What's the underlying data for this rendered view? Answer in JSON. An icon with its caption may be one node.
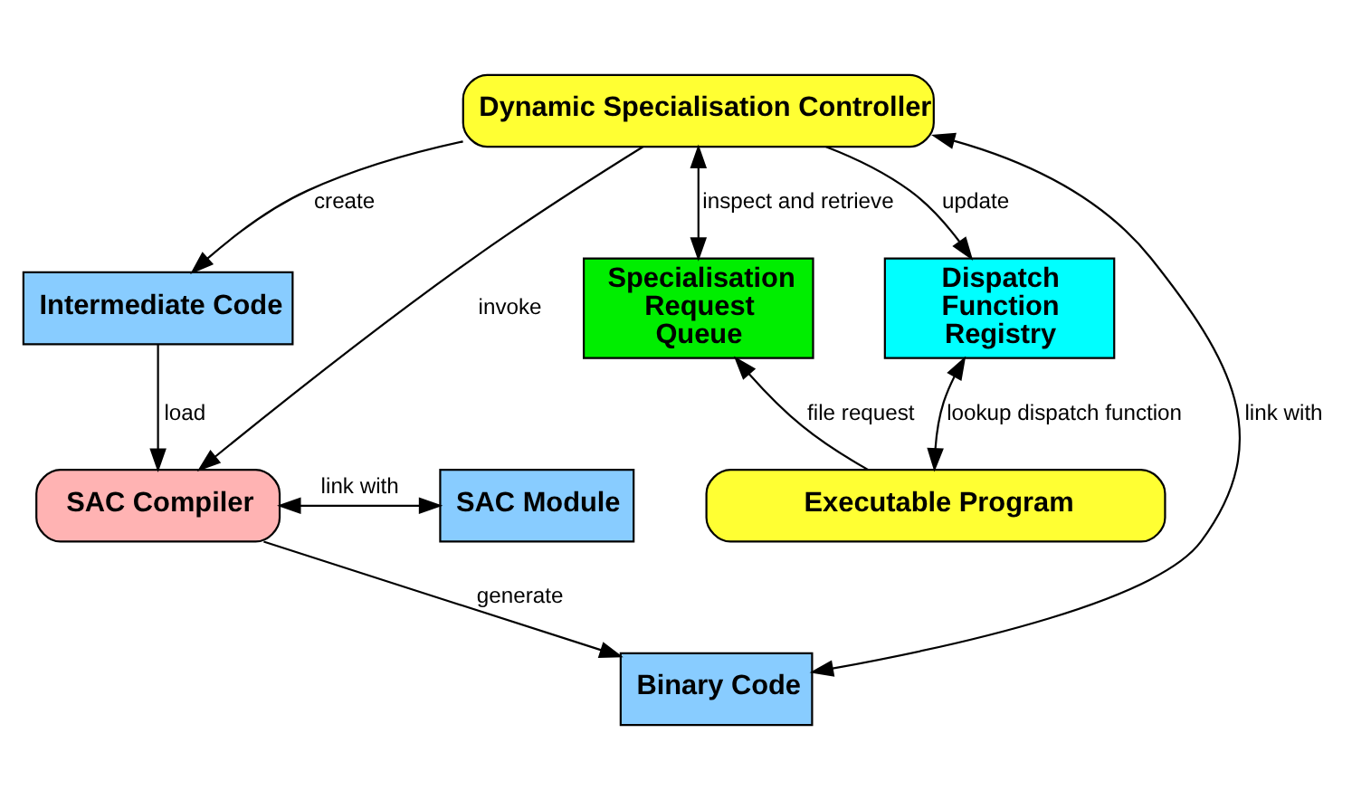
{
  "diagram": {
    "nodes": [
      {
        "text": [
          "Dynamic Specialisation Controller"
        ]
      },
      {
        "text": [
          "Intermediate Code"
        ]
      },
      {
        "text": [
          "SAC Compiler"
        ]
      },
      {
        "text": [
          "SAC Module"
        ]
      },
      {
        "text": [
          "Specialisation Request Queue"
        ]
      },
      {
        "text": [
          "Dispatch Function Registry"
        ]
      },
      {
        "text": [
          "Binary Code"
        ]
      },
      {
        "text": [
          "Executable Program"
        ]
      }
    ],
    "edges": [
      {
        "from": 0,
        "to": 4,
        "arrow": "both",
        "label": "inspect and retrieve"
      },
      {
        "from": 0,
        "to": 5,
        "arrow": "to",
        "label": "update"
      },
      {
        "from": 0,
        "to": 1,
        "arrow": "to",
        "label": "create"
      },
      {
        "from": 0,
        "to": 2,
        "arrow": "to",
        "label": "invoke"
      },
      {
        "from": 0,
        "to": 6,
        "arrow": "both",
        "label": "link with"
      },
      {
        "from": 1,
        "to": 2,
        "arrow": "to",
        "label": "load"
      },
      {
        "from": 2,
        "to": 3,
        "arrow": "both",
        "label": "link with"
      },
      {
        "from": 2,
        "to": 6,
        "arrow": "to",
        "label": "generate"
      },
      {
        "from": 7,
        "to": 4,
        "arrow": "to",
        "label": "file request"
      },
      {
        "from": 5,
        "to": 7,
        "arrow": "both",
        "label": "lookup dispatch function"
      }
    ]
  }
}
